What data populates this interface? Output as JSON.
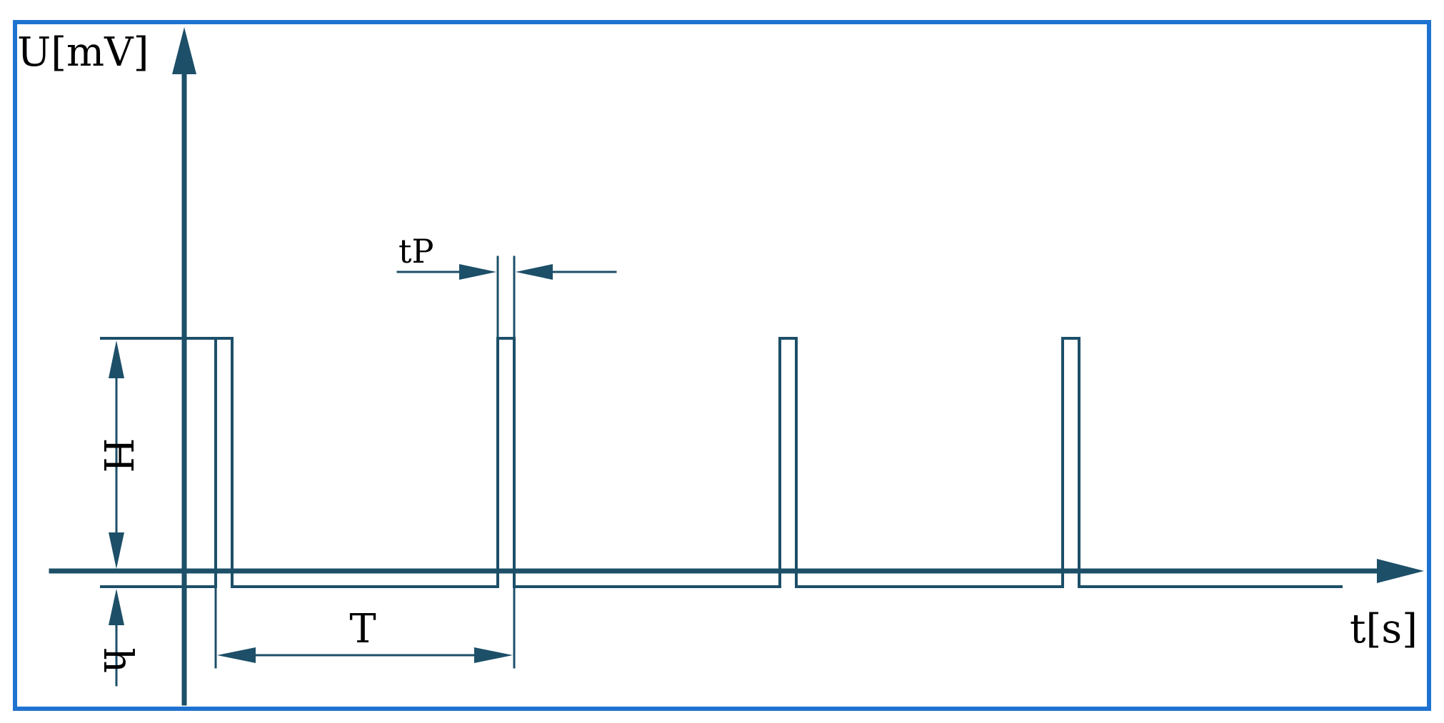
{
  "diagram": {
    "y_axis_label": "U[mV]",
    "x_axis_label": "t[s]",
    "pulse_height_label": "H",
    "baseline_offset_label": "h",
    "period_label": "T",
    "pulse_width_label": "tP",
    "pulse_count": 4,
    "colors": {
      "frame": "#1f73d0",
      "line": "#1d4f68",
      "text": "#000000"
    }
  }
}
